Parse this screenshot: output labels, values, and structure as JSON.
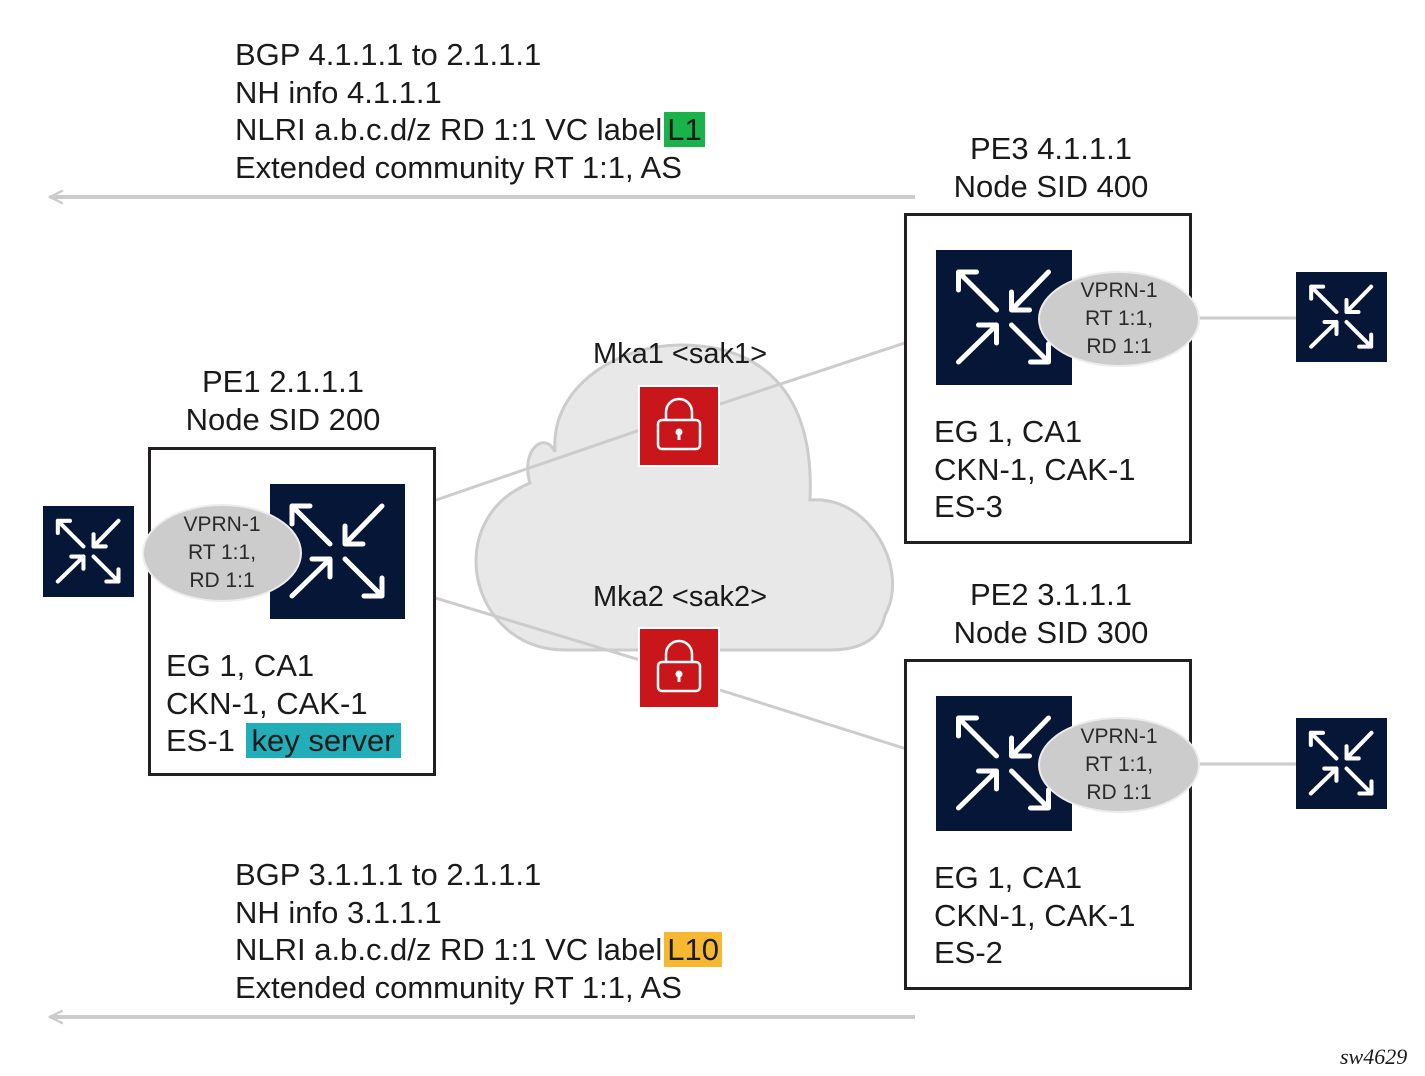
{
  "colors": {
    "router_fill": "#061637",
    "line_gray": "#cccccc",
    "cloud_fill": "#e8e8e8",
    "lock_red": "#c8161b",
    "label_l1_green": "#1ab24b",
    "label_l10_orange": "#f6b831",
    "key_server_teal": "#22aeb8"
  },
  "bgp_top": {
    "lines": [
      "BGP 4.1.1.1 to 2.1.1.1",
      "NH info 4.1.1.1",
      "NLRI a.b.c.d/z RD 1:1 VC label",
      "Extended community RT 1:1, AS"
    ],
    "vc_label": "L1"
  },
  "bgp_bottom": {
    "lines": [
      "BGP 3.1.1.1 to 2.1.1.1",
      "NH info 3.1.1.1",
      "NLRI a.b.c.d/z RD 1:1 VC label",
      "Extended community RT 1:1, AS"
    ],
    "vc_label": "L10"
  },
  "pe1": {
    "title": "PE1 2.1.1.1",
    "node_sid": "Node SID 200",
    "vprn": [
      "VPRN-1",
      "RT 1:1,",
      "RD 1:1"
    ],
    "eg": "EG 1, CA1",
    "ckn": "CKN-1, CAK-1",
    "es": "ES-1",
    "role": "key server"
  },
  "pe2": {
    "title": "PE2 3.1.1.1",
    "node_sid": "Node SID 300",
    "vprn": [
      "VPRN-1",
      "RT 1:1,",
      "RD 1:1"
    ],
    "eg": "EG 1, CA1",
    "ckn": "CKN-1, CAK-1",
    "es": "ES-2"
  },
  "pe3": {
    "title": "PE3 4.1.1.1",
    "node_sid": "Node SID 400",
    "vprn": [
      "VPRN-1",
      "RT 1:1,",
      "RD 1:1"
    ],
    "eg": "EG 1, CA1",
    "ckn": "CKN-1, CAK-1",
    "es": "ES-3"
  },
  "mka1": {
    "label": "Mka1 <sak1>",
    "icon": "lock-icon"
  },
  "mka2": {
    "label": "Mka2 <sak2>",
    "icon": "lock-icon"
  },
  "figure_ref": "sw4629"
}
